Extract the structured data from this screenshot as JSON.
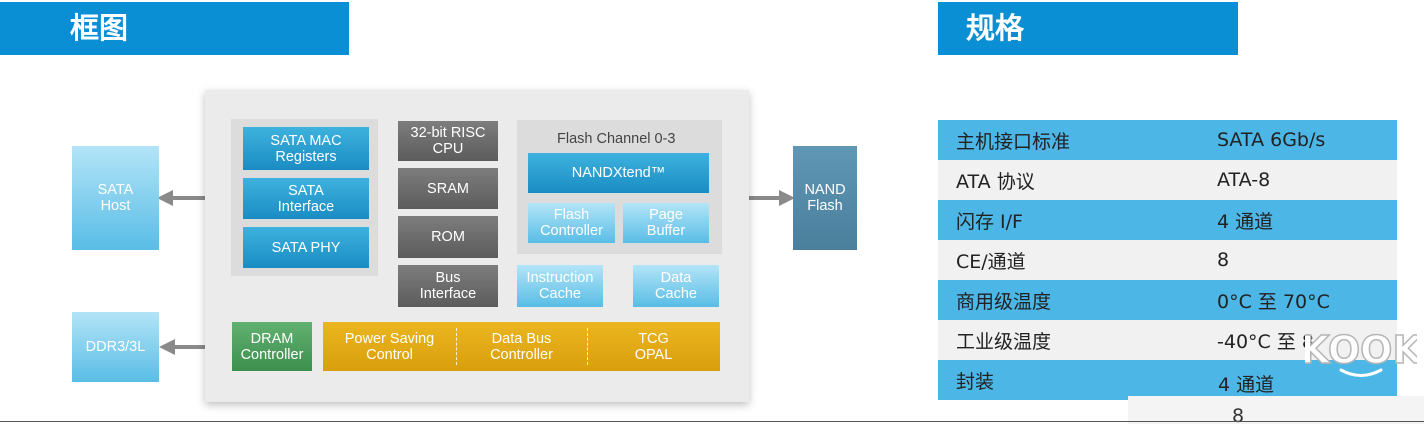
{
  "headers": {
    "block_diagram": "框图",
    "specs": "规格"
  },
  "diagram": {
    "sata_host": "SATA\nHost",
    "ddr": "DDR3/3L",
    "nand_flash": "NAND\nFlash",
    "sata_mac": "SATA MAC\nRegisters",
    "sata_interface": "SATA\nInterface",
    "sata_phy": "SATA PHY",
    "cpu": "32-bit RISC\nCPU",
    "sram": "SRAM",
    "rom": "ROM",
    "bus_interface": "Bus\nInterface",
    "flash_channel": "Flash Channel 0-3",
    "nandxtend": "NANDXtend™",
    "flash_controller": "Flash\nController",
    "page_buffer": "Page\nBuffer",
    "instruction_cache": "Instruction\nCache",
    "data_cache": "Data\nCache",
    "dram_controller": "DRAM\nController",
    "power_saving": "Power Saving\nControl",
    "data_bus": "Data Bus\nController",
    "tcg": "TCG\nOPAL"
  },
  "specs": {
    "rows": [
      {
        "key": "主机接口标准",
        "value": "SATA 6Gb/s"
      },
      {
        "key": "ATA 协议",
        "value": "ATA-8"
      },
      {
        "key": "闪存 I/F",
        "value": "4 通道"
      },
      {
        "key": "CE/通道",
        "value": "8"
      },
      {
        "key": "商用级温度",
        "value": "0°C 至 70°C"
      },
      {
        "key": "工业级温度",
        "value": "-40°C 至 8"
      },
      {
        "key": "封装",
        "value": ""
      }
    ],
    "overlay_text": "4 通道",
    "ghost_value": "8"
  },
  "watermark": {
    "text": "KOOK"
  },
  "colors": {
    "header": "#0b8fd4",
    "spec_highlight": "#4cb6e6",
    "block_blue": "#1a8cc3",
    "block_gold": "#d99f0c"
  }
}
